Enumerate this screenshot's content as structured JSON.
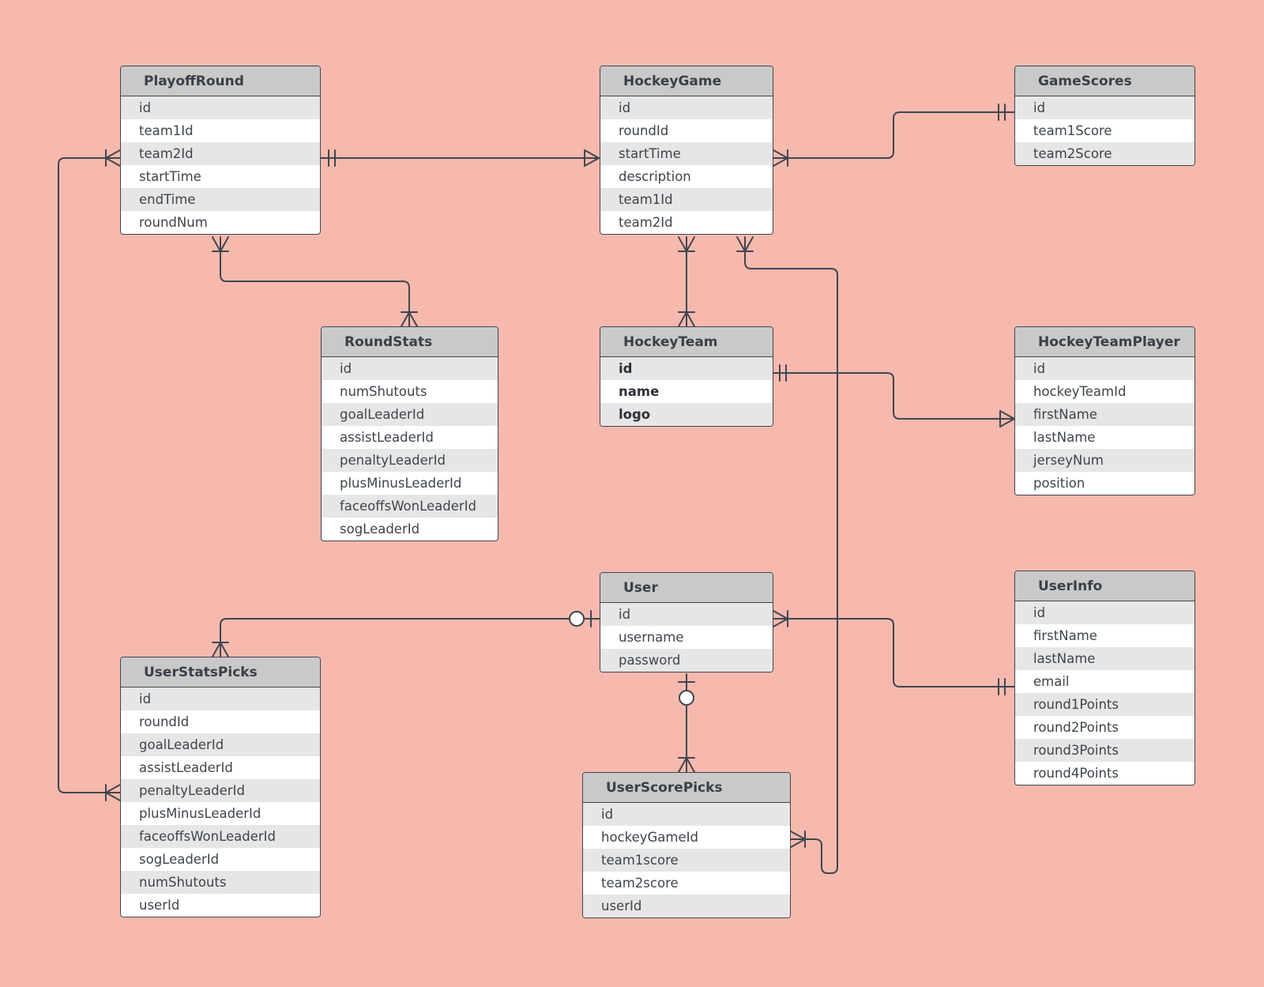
{
  "entities": {
    "playoff_round": {
      "title": "PlayoffRound",
      "fields": [
        "id",
        "team1Id",
        "team2Id",
        "startTime",
        "endTime",
        "roundNum"
      ]
    },
    "hockey_game": {
      "title": "HockeyGame",
      "fields": [
        "id",
        "roundId",
        "startTime",
        "description",
        "team1Id",
        "team2Id"
      ]
    },
    "game_scores": {
      "title": "GameScores",
      "fields": [
        "id",
        "team1Score",
        "team2Score"
      ]
    },
    "round_stats": {
      "title": "RoundStats",
      "fields": [
        "id",
        "numShutouts",
        "goalLeaderId",
        "assistLeaderId",
        "penaltyLeaderId",
        "plusMinusLeaderId",
        "faceoffsWonLeaderId",
        "sogLeaderId"
      ]
    },
    "hockey_team": {
      "title": "HockeyTeam",
      "fields": [
        "id",
        "name",
        "logo"
      ]
    },
    "hockey_team_player": {
      "title": "HockeyTeamPlayer",
      "fields": [
        "id",
        "hockeyTeamId",
        "firstName",
        "lastName",
        "jerseyNum",
        "position"
      ]
    },
    "user": {
      "title": "User",
      "fields": [
        "id",
        "username",
        "password"
      ]
    },
    "user_info": {
      "title": "UserInfo",
      "fields": [
        "id",
        "firstName",
        "lastName",
        "email",
        "round1Points",
        "round2Points",
        "round3Points",
        "round4Points"
      ]
    },
    "user_stats_picks": {
      "title": "UserStatsPicks",
      "fields": [
        "id",
        "roundId",
        "goalLeaderId",
        "assistLeaderId",
        "penaltyLeaderId",
        "plusMinusLeaderId",
        "faceoffsWonLeaderId",
        "sogLeaderId",
        "numShutouts",
        "userId"
      ]
    },
    "user_score_picks": {
      "title": "UserScorePicks",
      "fields": [
        "id",
        "hockeyGameId",
        "team1score",
        "team2score",
        "userId"
      ]
    }
  },
  "colors": {
    "background": "#f7b9ad",
    "header": "#c9c9c9",
    "stripe": "#e6e6e6",
    "line": "#3f4650"
  }
}
